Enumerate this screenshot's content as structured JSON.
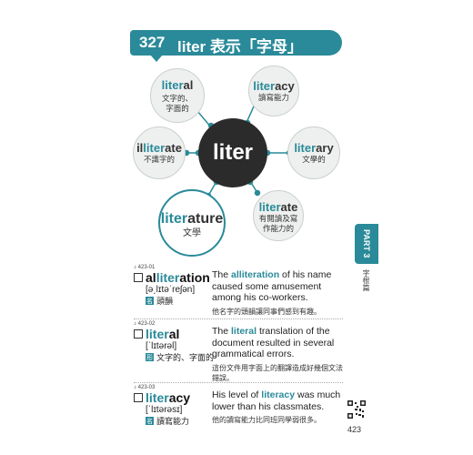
{
  "header": {
    "number": "327",
    "title": "liter 表示「字母」"
  },
  "mindmap": {
    "center": "liter",
    "nodes": [
      {
        "root": "liter",
        "suffix": "al",
        "meaning": "文字的、字面的"
      },
      {
        "root": "liter",
        "suffix": "acy",
        "meaning": "讀寫能力"
      },
      {
        "prefix": "il",
        "root": "liter",
        "suffix": "ate",
        "meaning": "不識字的"
      },
      {
        "root": "liter",
        "suffix": "ary",
        "meaning": "文學的"
      },
      {
        "root": "liter",
        "suffix": "ature",
        "meaning": "文學"
      },
      {
        "root": "liter",
        "suffix": "ate",
        "meaning": "有閱讀及寫作能力的"
      }
    ]
  },
  "side_tab": {
    "label": "PART 3",
    "category": "字根篇"
  },
  "entries": [
    {
      "track": "423-01",
      "prefix": "al",
      "root": "liter",
      "suffix": "ation",
      "ipa": "[ə͵lɪtəˈreʃən]",
      "pos": "名",
      "meaning": "頭韻",
      "sentence_pre": "The ",
      "sentence_key": "alliteration",
      "sentence_post": " of his name caused some amusement among his co-workers.",
      "translation": "他名字的頭韻讓同事們感到有趣。"
    },
    {
      "track": "423-02",
      "prefix": "",
      "root": "liter",
      "suffix": "al",
      "ipa": "[ˈlɪtərəl]",
      "pos": "形",
      "meaning": "文字的、字面的",
      "sentence_pre": "The ",
      "sentence_key": "literal",
      "sentence_post": " translation of the document resulted in several grammatical errors.",
      "translation": "這份文件用字面上的翻譯造成好幾個文法錯誤。"
    },
    {
      "track": "423-03",
      "prefix": "",
      "root": "liter",
      "suffix": "acy",
      "ipa": "[ˈlɪtərəsɪ]",
      "pos": "名",
      "meaning": "讀寫能力",
      "sentence_pre": "His level of ",
      "sentence_key": "literacy",
      "sentence_post": " was much lower than his classmates.",
      "translation": "他的讀寫能力比同班同學弱很多。"
    }
  ],
  "page_number": "423",
  "colors": {
    "accent": "#2a8a99",
    "center": "#2b2b2b"
  }
}
